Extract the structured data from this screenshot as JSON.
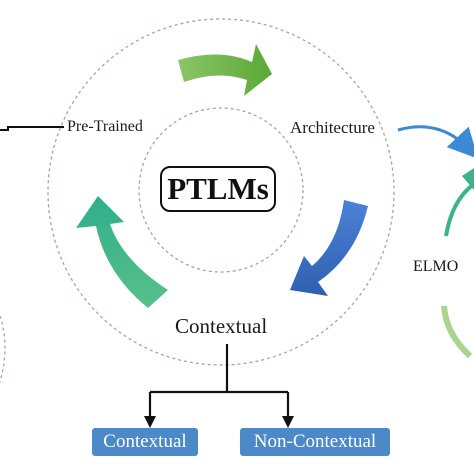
{
  "center": {
    "label": "PTLMs"
  },
  "cycle": {
    "pretrained": "Pre-Trained",
    "architecture": "Architecture",
    "contextual": "Contextual"
  },
  "side": {
    "elmo": "ELMO"
  },
  "children": {
    "left": "Contextual",
    "right": "Non-Contextual"
  },
  "colors": {
    "arrow_top": "#6db33f",
    "arrow_right": "#3a6fc4",
    "arrow_left": "#3cb38a",
    "leaf_box": "#4b89c8",
    "dashed_circle": "#8fb58a"
  }
}
